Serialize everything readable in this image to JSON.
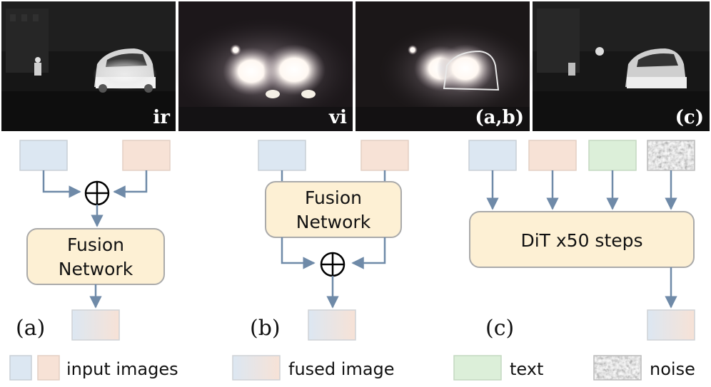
{
  "photos": [
    {
      "label": "ir"
    },
    {
      "label": "vi"
    },
    {
      "label": "(a,b)"
    },
    {
      "label": "(c)"
    }
  ],
  "panel_a": {
    "block": [
      "Fusion",
      "Network"
    ],
    "caption": "(a)"
  },
  "panel_b": {
    "block": [
      "Fusion",
      "Network"
    ],
    "caption": "(b)"
  },
  "panel_c": {
    "block": "DiT x50 steps",
    "caption": "(c)"
  },
  "legend": {
    "input": "input images",
    "fused": "fused image",
    "text": "text",
    "noise": "noise"
  },
  "colors": {
    "ir_input": "#dce7f2",
    "vi_input": "#f7e2d6",
    "text_input": "#dcefd9",
    "block_fill": "#fdf0d4",
    "block_stroke": "#aaaaaa",
    "arrow": "#6f8aa8",
    "input_stroke": "#c8cfd6"
  }
}
